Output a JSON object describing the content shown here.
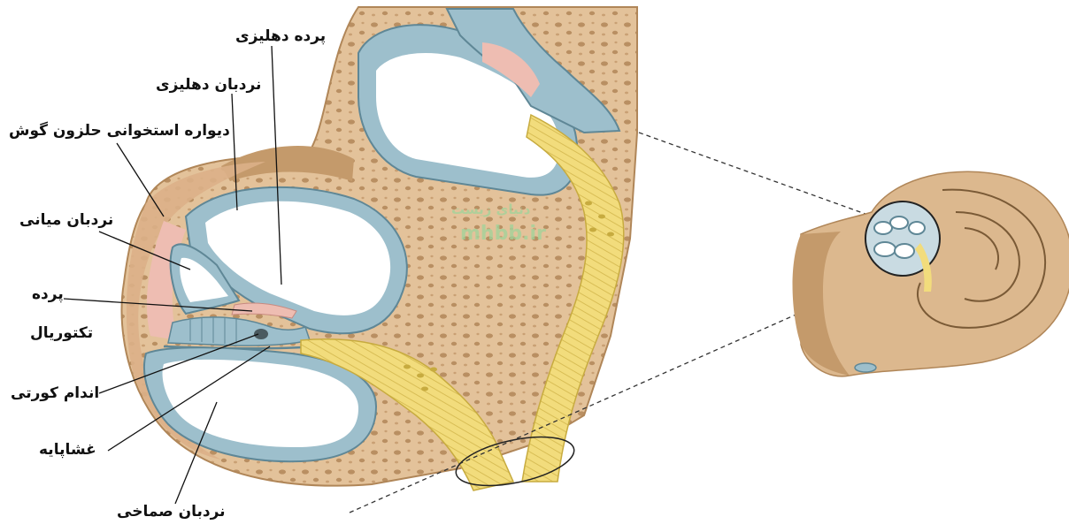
{
  "labels": {
    "vestibular_membrane": "پرده دهلیزی",
    "scala_vestibuli": "نردبان دهلیزی",
    "cochlea_bony_wall": "دیواره استخوانی حلزون گوش",
    "scala_media": "نردبان میانی",
    "tectorial_membrane_line1": "پرده",
    "tectorial_membrane_line2": "تکتوریال",
    "organ_of_corti": "اندام کورتی",
    "basilar_membrane": "غشاپایه",
    "scala_tympani": "نردبان صماخی"
  },
  "watermark": {
    "text_fa": "دنیای زیست",
    "text_en": "mhbb.ir"
  },
  "colors": {
    "bone": "#e3c29a",
    "bone_dark": "#c49a6b",
    "cavity": "#ffffff",
    "membrane_blue": "#9dbfcc",
    "membrane_dark": "#5f8796",
    "pink": "#eebdb2",
    "nerve": "#f2dc7c",
    "nerve_dark": "#c7ab3f",
    "shell": "#dcb88e",
    "watermark": "#8fcf8a"
  }
}
